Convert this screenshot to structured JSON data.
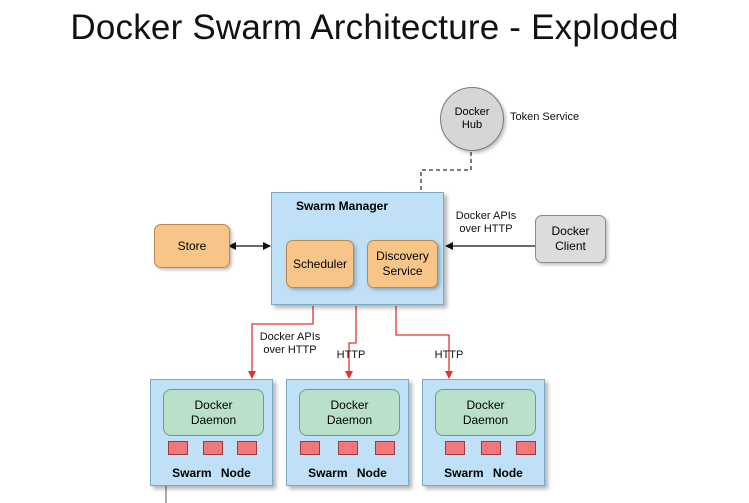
{
  "title": "Docker Swarm Architecture  - Exploded",
  "hub": {
    "label": "Docker\nHub",
    "service_label": "Token Service"
  },
  "manager": {
    "title": "Swarm  Manager",
    "scheduler": "Scheduler",
    "discovery": "Discovery\nService"
  },
  "store": "Store",
  "client": {
    "label": "Docker\nClient",
    "api_label": "Docker APIs\nover HTTP"
  },
  "links": {
    "node1": "Docker APIs\nover HTTP",
    "node2": "HTTP",
    "node3": "HTTP"
  },
  "nodes": [
    {
      "daemon": "Docker\nDaemon",
      "label": "Swarm  Node"
    },
    {
      "daemon": "Docker\nDaemon",
      "label": "Swarm  Node"
    },
    {
      "daemon": "Docker\nDaemon",
      "label": "Swarm  Node"
    }
  ],
  "colors": {
    "swarm_blue": "#bfe0f6",
    "component_orange": "#f8c589",
    "daemon_green": "#b9e0c9",
    "port_red": "#f2777b",
    "link_red": "#e0342f",
    "client_grey": "#dcdcdc"
  }
}
